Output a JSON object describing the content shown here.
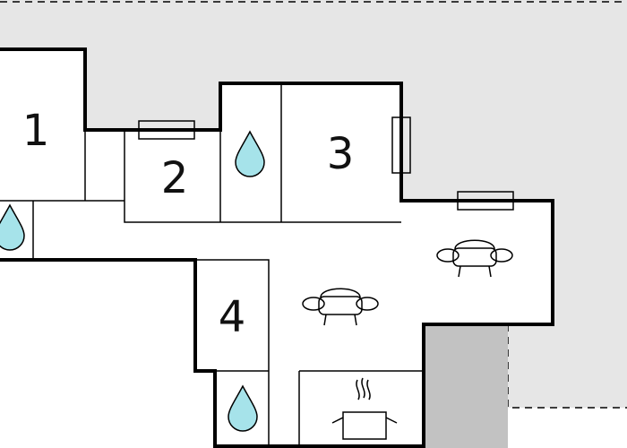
{
  "colors": {
    "background": "#ffffff",
    "outdoor_area": "#e6e6e6",
    "terrace": "#c2c2c2",
    "wall": "#000000",
    "water_drop": "#a6e3ea"
  },
  "rooms": [
    {
      "id": "room-1",
      "label": "1",
      "type": "bedroom"
    },
    {
      "id": "room-2",
      "label": "2",
      "type": "bedroom"
    },
    {
      "id": "room-3",
      "label": "3",
      "type": "bedroom"
    },
    {
      "id": "room-4",
      "label": "4",
      "type": "bedroom"
    }
  ],
  "icons": {
    "bathroom": "water-drop-icon",
    "living": "sofa-icon",
    "kitchen": "cooking-pot-icon",
    "window": "window-icon"
  }
}
